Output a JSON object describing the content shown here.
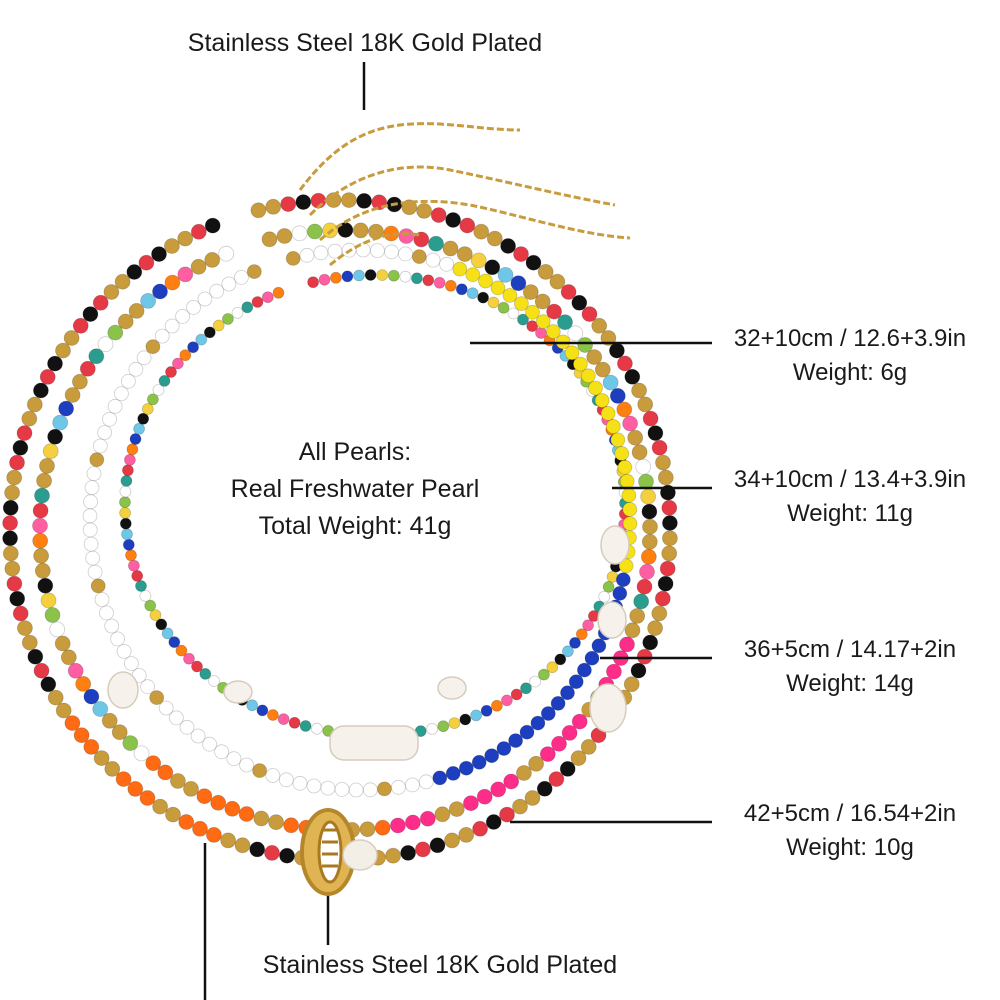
{
  "clasp_top_label": "Stainless Steel 18K Gold Plated",
  "clasp_bottom_label": "Stainless Steel 18K Gold Plated",
  "center_info": {
    "line1": "All Pearls:",
    "line2": "Real Freshwater Pearl",
    "line3": "Total Weight: 41g"
  },
  "specs": [
    {
      "size": "32+10cm / 12.6+3.9in",
      "weight": "Weight: 6g"
    },
    {
      "size": "34+10cm / 13.4+3.9in",
      "weight": "Weight: 11g"
    },
    {
      "size": "36+5cm / 14.17+2in",
      "weight": "Weight: 14g"
    },
    {
      "size": "42+5cm / 16.54+2in",
      "weight": "Weight: 10g"
    }
  ],
  "colors": {
    "gold": "#c89b3c",
    "leader_line": "#111111",
    "text": "#1a1a1a"
  }
}
